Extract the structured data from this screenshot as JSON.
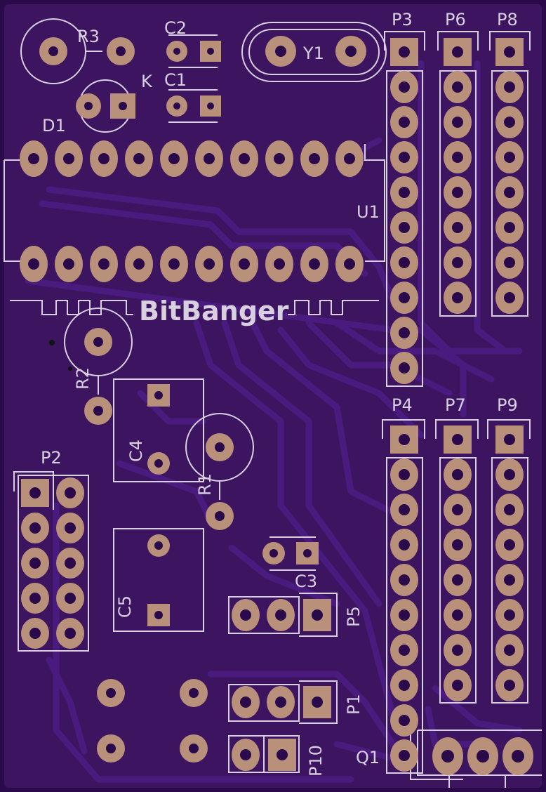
{
  "board": {
    "title": "BitBanger",
    "colors": {
      "background": "#2a0a4a",
      "board": "#3c145f",
      "trace": "#4a1b7e",
      "silkscreen": "#d8cfe0",
      "pad": "#b9907a"
    }
  },
  "labels": {
    "r3": "R3",
    "c2": "C2",
    "y1": "Y1",
    "c1": "C1",
    "k": "K",
    "d1": "D1",
    "u1": "U1",
    "r2": "R2",
    "c4": "C4",
    "r1": "R1",
    "p2": "P2",
    "c5": "C5",
    "c3": "C3",
    "p5": "P5",
    "p1": "P1",
    "p10": "P10",
    "q1": "Q1",
    "p3": "P3",
    "p6": "P6",
    "p8": "P8",
    "p4": "P4",
    "p7": "P7",
    "p9": "P9"
  }
}
